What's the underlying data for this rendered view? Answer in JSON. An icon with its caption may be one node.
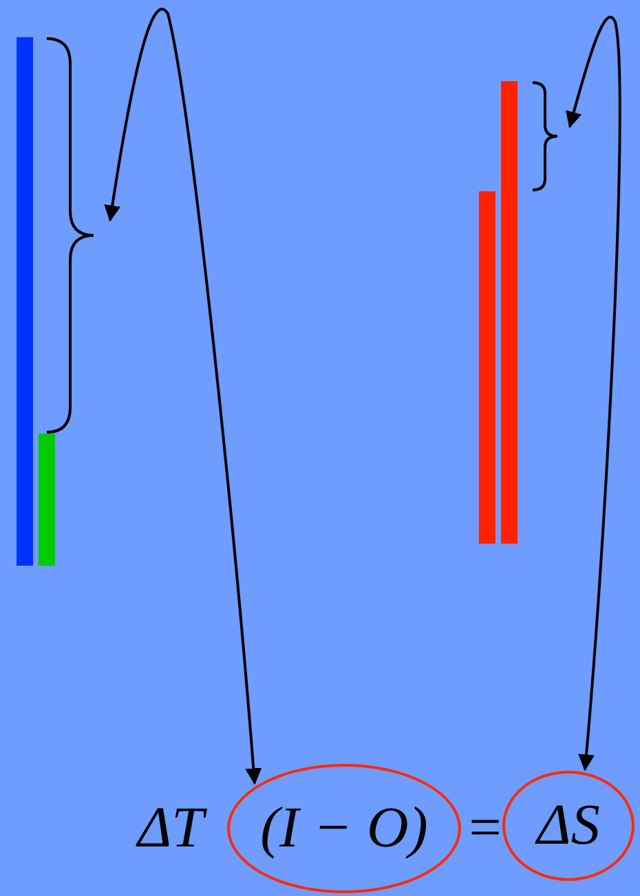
{
  "diagram": {
    "nodes": [
      {
        "text": [],
        "shape": "brace"
      },
      {
        "text": [],
        "shape": "brace"
      },
      {
        "text": [
          "(I − O)"
        ]
      },
      {
        "text": [
          "ΔS"
        ]
      }
    ],
    "edges": [
      {
        "from": 0,
        "to": 2,
        "arrow": "both"
      },
      {
        "from": 1,
        "to": 3,
        "arrow": "both"
      }
    ],
    "labels": [
      "ΔT",
      "="
    ]
  }
}
